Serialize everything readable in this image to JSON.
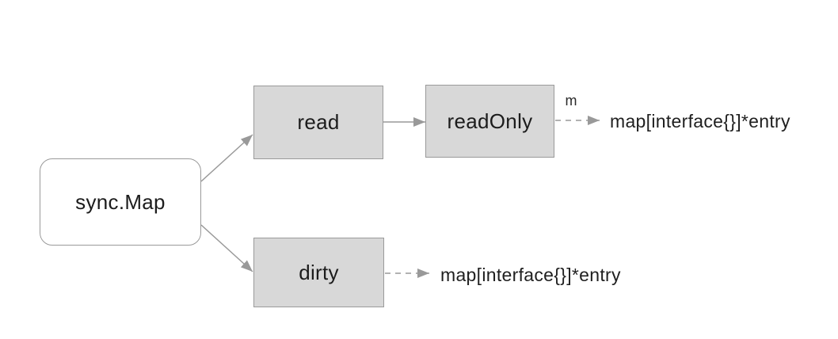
{
  "diagram": {
    "nodes": {
      "sync_map": {
        "label": "sync.Map"
      },
      "read": {
        "label": "read"
      },
      "readonly": {
        "label": "readOnly"
      },
      "dirty": {
        "label": "dirty"
      }
    },
    "edge_labels": {
      "m": "m"
    },
    "type_texts": {
      "readonly_target": "map[interface{}]*entry",
      "dirty_target": "map[interface{}]*entry"
    },
    "colors": {
      "background": "#ffffff",
      "node_fill": "#d8d8d8",
      "node_border": "#9a9a9a",
      "sync_map_fill": "#ffffff",
      "arrow": "#999999",
      "text": "#1c1c1c"
    }
  }
}
